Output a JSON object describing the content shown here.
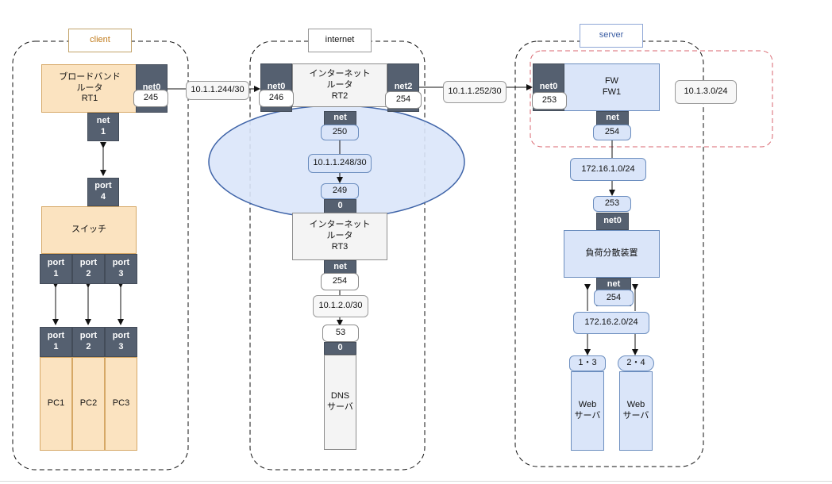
{
  "zones": {
    "client": "client",
    "internet": "internet",
    "server": "server"
  },
  "client": {
    "rt1": {
      "name": "ブロードバンド\nルータ\nRT1",
      "port": "net0",
      "addr": "245",
      "bottom_port": "net\n1"
    },
    "switch": {
      "name": "スイッチ",
      "uplink": "port\n4",
      "ports": [
        "port\n1",
        "port\n2",
        "port\n3"
      ]
    },
    "pcs": [
      {
        "port": "port\n1",
        "name": "PC1"
      },
      {
        "port": "port\n2",
        "name": "PC2"
      },
      {
        "port": "port\n3",
        "name": "PC3"
      }
    ]
  },
  "internet": {
    "rt2": {
      "name": "インターネット\nルータ\nRT2",
      "left_port": "net0",
      "left_addr": "246",
      "right_port": "net2",
      "right_addr": "254",
      "bottom_port": "net",
      "bottom_addr": "250"
    },
    "subnet_mid": "10.1.1.248/30",
    "rt3": {
      "top_addr": "249",
      "top_port": "0",
      "name": "インターネット\nルータ\nRT3",
      "bottom_port": "net",
      "bottom_addr": "254"
    },
    "subnet_dns": "10.1.2.0/30",
    "dns": {
      "addr": "53",
      "port": "0",
      "name": "DNS\nサーバ"
    }
  },
  "links": {
    "rt1_rt2": "10.1.1.244/30",
    "rt2_fw": "10.1.1.252/30"
  },
  "server": {
    "fw": {
      "port": "net0",
      "addr": "253",
      "name": "FW\nFW1",
      "bottom_port": "net",
      "bottom_addr": "254"
    },
    "dmz": "10.1.3.0/24",
    "subnet_1": "172.16.1.0/24",
    "lb": {
      "addr": "253",
      "port": "net0",
      "name": "負荷分散装置",
      "bottom_port": "net",
      "bottom_addr": "254"
    },
    "subnet_2": "172.16.2.0/24",
    "web1": {
      "addr": "1・3",
      "name": "Web\nサーバ"
    },
    "web2": {
      "addr": "2・4",
      "name": "Web\nサーバ"
    }
  },
  "colors": {
    "dark_port": "#556070",
    "peach": "#fbe3c0",
    "blue": "#dae5f9",
    "ellipse": "#dae5f9",
    "dmz_border": "#d9666f"
  }
}
